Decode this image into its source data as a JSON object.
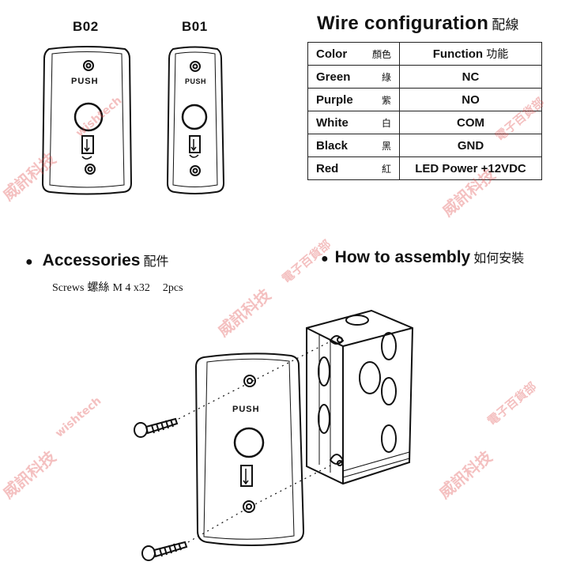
{
  "plates": [
    {
      "label": "B02",
      "push": "PUSH"
    },
    {
      "label": "B01",
      "push": "PUSH"
    }
  ],
  "wire_config": {
    "title": "Wire configuration",
    "title_cjk": "配線",
    "header": {
      "color": "Color",
      "color_cjk": "顏色",
      "function": "Function",
      "function_cjk": "功能"
    },
    "rows": [
      {
        "color": "Green",
        "color_cjk": "綠",
        "function": "NC"
      },
      {
        "color": "Purple",
        "color_cjk": "紫",
        "function": "NO"
      },
      {
        "color": "White",
        "color_cjk": "白",
        "function": "COM"
      },
      {
        "color": "Black",
        "color_cjk": "黑",
        "function": "GND"
      },
      {
        "color": "Red",
        "color_cjk": "紅",
        "function": "LED Power +12VDC"
      }
    ]
  },
  "accessories": {
    "title": "Accessories",
    "title_cjk": "配件",
    "item": {
      "name": "Screws",
      "name_cjk": "螺絲",
      "spec": "M 4 x32",
      "qty": "2pcs"
    }
  },
  "assembly": {
    "title": "How to assembly",
    "title_cjk": "如何安裝",
    "plate_push": "PUSH"
  },
  "watermark": {
    "text": "威訊科技",
    "sub": "電子百貨部",
    "brand": "wishtech"
  },
  "colors": {
    "ink": "#111111",
    "watermark": "#dc3c3c"
  }
}
